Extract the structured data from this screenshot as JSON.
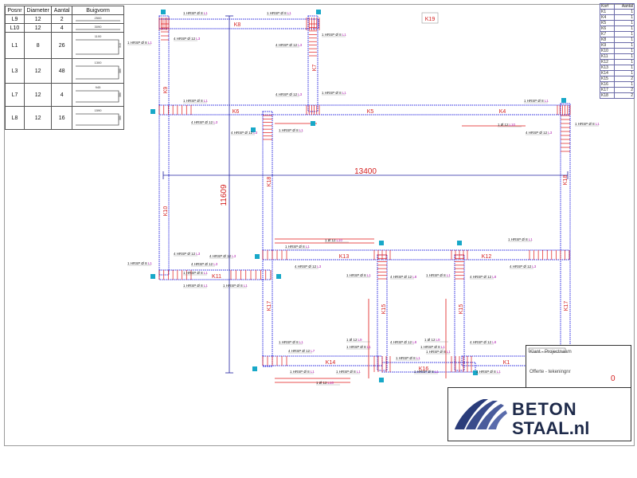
{
  "bar_schedule": {
    "headers": [
      "Posnr",
      "Diameter",
      "Aantal",
      "Buigvorm"
    ],
    "rows": [
      {
        "posnr": "L9",
        "diameter": "12",
        "aantal": "2",
        "shape": "straight",
        "dims": [
          "2500"
        ]
      },
      {
        "posnr": "L10",
        "diameter": "12",
        "aantal": "4",
        "shape": "straight",
        "dims": [
          "3090"
        ]
      },
      {
        "posnr": "L1",
        "diameter": "8",
        "aantal": "26",
        "shape": "hook",
        "dims": [
          "1100",
          "310"
        ]
      },
      {
        "posnr": "L3",
        "diameter": "12",
        "aantal": "48",
        "shape": "hook",
        "dims": [
          "1300",
          "380"
        ]
      },
      {
        "posnr": "L7",
        "diameter": "12",
        "aantal": "4",
        "shape": "hook",
        "dims": [
          "945",
          "380"
        ]
      },
      {
        "posnr": "L8",
        "diameter": "12",
        "aantal": "16",
        "shape": "hook",
        "dims": [
          "1590",
          "380"
        ]
      }
    ]
  },
  "korf_table": {
    "headers": [
      "Korf",
      "Aantal"
    ],
    "rows": [
      [
        "K1",
        "1"
      ],
      [
        "K4",
        "1"
      ],
      [
        "K5",
        "1"
      ],
      [
        "K6",
        "1"
      ],
      [
        "K7",
        "1"
      ],
      [
        "K8",
        "1"
      ],
      [
        "K9",
        "1"
      ],
      [
        "K10",
        "1"
      ],
      [
        "K11",
        "1"
      ],
      [
        "K12",
        "1"
      ],
      [
        "K13",
        "1"
      ],
      [
        "K14",
        "1"
      ],
      [
        "K15",
        "2"
      ],
      [
        "K16",
        "1"
      ],
      [
        "K17",
        "2"
      ],
      [
        "K18",
        "2"
      ]
    ]
  },
  "dimensions": {
    "width": "13400",
    "height": "11609"
  },
  "colors": {
    "wall": "#2a2ae0",
    "rebar": "#e01818",
    "label_red": "#d42020",
    "label_magenta": "#b020b0",
    "support": "#18a8c8",
    "dimension": "#2020a0"
  },
  "beam_labels": [
    {
      "id": "k8",
      "text": "K8"
    },
    {
      "id": "k19",
      "text": "K19"
    },
    {
      "id": "k9",
      "text": "K9"
    },
    {
      "id": "k7",
      "text": "K7"
    },
    {
      "id": "k6",
      "text": "K6"
    },
    {
      "id": "k5",
      "text": "K5"
    },
    {
      "id": "k4",
      "text": "K4"
    },
    {
      "id": "k10",
      "text": "K10"
    },
    {
      "id": "k18",
      "text": "K18"
    },
    {
      "id": "k11",
      "text": "K11"
    },
    {
      "id": "k13",
      "text": "K13"
    },
    {
      "id": "k12",
      "text": "K12"
    },
    {
      "id": "k17a",
      "text": "K17"
    },
    {
      "id": "k17b",
      "text": "K17"
    },
    {
      "id": "k15a",
      "text": "K15"
    },
    {
      "id": "k15b",
      "text": "K15"
    },
    {
      "id": "k14",
      "text": "K14"
    },
    {
      "id": "k16",
      "text": "K16"
    },
    {
      "id": "k1",
      "text": "K1"
    },
    {
      "id": "k18b",
      "text": "K18"
    }
  ],
  "bar_annotations": [
    {
      "id": "a1",
      "text": "1 HRSP Ø 8",
      "pos": "L1"
    },
    {
      "id": "a2",
      "text": "1 HRSP Ø 8",
      "pos": "L1"
    },
    {
      "id": "a3",
      "text": "1 HRSP Ø 8",
      "pos": "L1"
    },
    {
      "id": "a4",
      "text": "4 HRSP Ø 12",
      "pos": "L3"
    },
    {
      "id": "a5",
      "text": "4 HRSP Ø 12",
      "pos": "L3"
    },
    {
      "id": "a6",
      "text": "1 HRSP Ø 8",
      "pos": "L1"
    },
    {
      "id": "a7",
      "text": "4 HRSP Ø 12",
      "pos": "L3"
    },
    {
      "id": "a8",
      "text": "1 HRSP Ø 8",
      "pos": "L1"
    },
    {
      "id": "a9",
      "text": "4 HRSP Ø 12",
      "pos": "L3"
    },
    {
      "id": "a10",
      "text": "4 HRSP Ø 12",
      "pos": "L3"
    },
    {
      "id": "a11",
      "text": "1 HRSP Ø 8",
      "pos": "L1"
    },
    {
      "id": "a12",
      "text": "1 HRSP Ø 8",
      "pos": "L1"
    },
    {
      "id": "a13",
      "text": "1 HRSP Ø 8",
      "pos": "L1"
    },
    {
      "id": "a14",
      "text": "1 Ø 12",
      "pos": "L10"
    },
    {
      "id": "a15",
      "text": "4 HRSP Ø 12",
      "pos": "L3"
    },
    {
      "id": "a16",
      "text": "1 HRSP Ø 8",
      "pos": "L1"
    },
    {
      "id": "a17",
      "text": "1 Ø 12",
      "pos": "L10"
    },
    {
      "id": "a18",
      "text": "1 HRSP Ø 8",
      "pos": "L1"
    },
    {
      "id": "a19",
      "text": "1 HRSP Ø 8",
      "pos": "L1"
    },
    {
      "id": "a20",
      "text": "4 HRSP Ø 12",
      "pos": "L3"
    },
    {
      "id": "a21",
      "text": "4 HRSP Ø 12",
      "pos": "L3"
    },
    {
      "id": "a22",
      "text": "4 HRSP Ø 12",
      "pos": "L3"
    },
    {
      "id": "a23",
      "text": "4 HRSP Ø 12",
      "pos": "L3"
    },
    {
      "id": "a24",
      "text": "4 HRSP Ø 12",
      "pos": "L3"
    },
    {
      "id": "a25",
      "text": "1 HRSP Ø 8",
      "pos": "L1"
    },
    {
      "id": "a26",
      "text": "1 HRSP Ø 8",
      "pos": "L1"
    },
    {
      "id": "a27",
      "text": "4 HRSP Ø 12",
      "pos": "L8"
    },
    {
      "id": "a28",
      "text": "1 HRSP Ø 8",
      "pos": "L1"
    },
    {
      "id": "a29",
      "text": "4 HRSP Ø 12",
      "pos": "L8"
    },
    {
      "id": "a30",
      "text": "1 HRSP Ø 8",
      "pos": "L1"
    },
    {
      "id": "a31",
      "text": "1 HRSP Ø 8",
      "pos": "L1"
    },
    {
      "id": "a32",
      "text": "4 HRSP Ø 12",
      "pos": "L7"
    },
    {
      "id": "a33",
      "text": "1 Ø 12",
      "pos": "L9"
    },
    {
      "id": "a34",
      "text": "4 HRSP Ø 12",
      "pos": "L8"
    },
    {
      "id": "a35",
      "text": "1 Ø 12",
      "pos": "L9"
    },
    {
      "id": "a36",
      "text": "4 HRSP Ø 12",
      "pos": "L8"
    },
    {
      "id": "a37",
      "text": "1 HRSP Ø 8",
      "pos": "L1"
    },
    {
      "id": "a38",
      "text": "1 HRSP Ø 8",
      "pos": "L1"
    },
    {
      "id": "a39",
      "text": "1 HRSP Ø 8",
      "pos": "L1"
    },
    {
      "id": "a40",
      "text": "1 HRSP Ø 8",
      "pos": "L1"
    },
    {
      "id": "a41",
      "text": "1 HRSP Ø 8",
      "pos": "L1"
    },
    {
      "id": "a42",
      "text": "1 HRSP Ø 8",
      "pos": "L1"
    },
    {
      "id": "a43",
      "text": "1 HRSP Ø 8",
      "pos": "L1"
    },
    {
      "id": "a44",
      "text": "1 Ø 12",
      "pos": "L10"
    },
    {
      "id": "a45",
      "text": "1 HRSP Ø 8",
      "pos": "L1"
    },
    {
      "id": "a46",
      "text": "1 HRSP Ø 8",
      "pos": "L1"
    },
    {
      "id": "a47",
      "text": "1 HRSP Ø 8",
      "pos": "L1"
    },
    {
      "id": "a48",
      "text": "4 HRSP Ø 12",
      "pos": "L3"
    },
    {
      "id": "a49",
      "text": "1 HRSP Ø 8",
      "pos": "L1"
    },
    {
      "id": "a50",
      "text": "4 HRSP Ø 12",
      "pos": "L3"
    }
  ],
  "info_box": {
    "line1": "Klant - Projectnaam",
    "line2": "Offerte - tekeningnr",
    "value": "0"
  },
  "logo": {
    "line1": "BETON",
    "line2": "STAAL.nl"
  }
}
